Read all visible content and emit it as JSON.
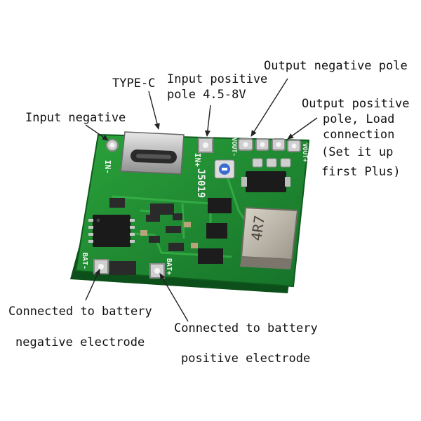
{
  "labels": {
    "type_c": "TYPE-C",
    "input_positive_line1": "Input positive",
    "input_positive_line2": "pole 4.5-8V",
    "output_negative": "Output negative pole",
    "input_negative": "Input negative",
    "output_positive_line1": "Output positive",
    "output_positive_line2": "pole, Load",
    "output_positive_line3": "connection",
    "output_positive_line4": "(Set it up",
    "output_positive_line5": "first Plus)",
    "battery_negative_line1": "Connected to battery",
    "battery_negative_line2": "negative electrode",
    "battery_positive_line1": "Connected to battery",
    "battery_positive_line2": "positive electrode"
  },
  "board": {
    "silk_in_minus": "IN-",
    "silk_in_plus": "IN+",
    "silk_vout_minus": "VOUT-",
    "silk_vout_plus": "VOUT+",
    "silk_model": "J5019",
    "silk_bat_minus": "BAT-",
    "silk_bat_plus": "BAT+",
    "inductor_marking": "4R7"
  },
  "colors": {
    "pcb": "#1f8a2e",
    "arrow": "#222222"
  }
}
